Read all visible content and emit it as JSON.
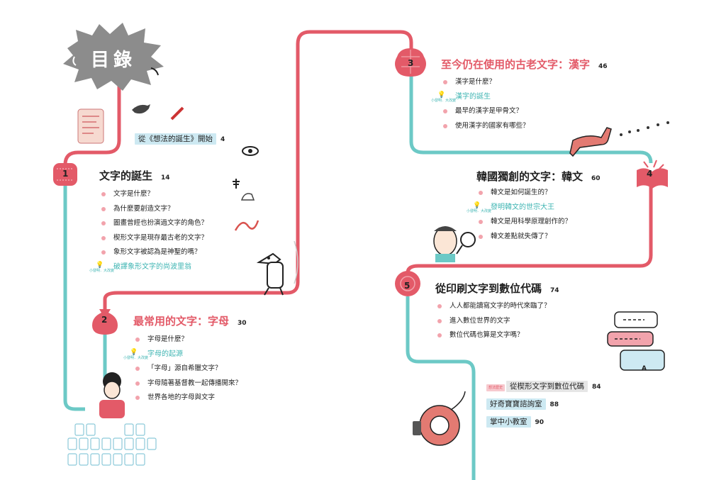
{
  "title": "目錄",
  "colors": {
    "route_red": "#e35a68",
    "route_teal": "#6cc9c6",
    "pink": "#f2a3ac",
    "teal_text": "#3fb5b3",
    "badge_blue": "#cde9f2",
    "badge_gray": "#e6e6e6"
  },
  "intro": {
    "label": "從《想法的誕生》開始",
    "page": "4"
  },
  "chapters": [
    {
      "number": "1",
      "title": "文字的誕生",
      "page": "14",
      "items": [
        "文字是什麼？",
        "為什麼要創造文字？",
        "圖畫曾經也扮演過文字的角色？",
        "楔形文字是現存最古老的文字？",
        "象形文字被認為是神聖的嗎？"
      ],
      "special": {
        "label": "破譯象形文字的尚波里翁",
        "tag": "小發明．大改變"
      }
    },
    {
      "number": "2",
      "title": "最常用的文字：字母",
      "page": "30",
      "items_before": [
        "字母是什麼？"
      ],
      "special": {
        "label": "字母的起源",
        "tag": "小發明．大改變"
      },
      "items_after": [
        "「字母」源自希臘文字？",
        "字母隨著基督教一起傳播開來？",
        "世界各地的字母與文字"
      ]
    },
    {
      "number": "3",
      "title": "至今仍在使用的古老文字：漢字",
      "page": "46",
      "items_before": [
        "漢字是什麼？"
      ],
      "special": {
        "label": "漢字的誕生",
        "tag": "小發明．大改變"
      },
      "items_after": [
        "最早的漢字是甲骨文？",
        "使用漢字的國家有哪些？"
      ]
    },
    {
      "number": "4",
      "title": "韓國獨創的文字：韓文",
      "page": "60",
      "items_before": [
        "韓文是如何誕生的？"
      ],
      "special": {
        "label": "發明韓文的世宗大王",
        "tag": "小發明．大改變"
      },
      "items_after": [
        "韓文是用科學原理創作的？",
        "韓文差點就失傳了？"
      ]
    },
    {
      "number": "5",
      "title": "從印刷文字到數位代碼",
      "page": "74",
      "items": [
        "人人都能讀寫文字的時代來臨了？",
        "進入數位世界的文字",
        "數位代碼也算是文字嗎？"
      ]
    }
  ],
  "extras": [
    {
      "label": "從楔形文字到數位代碼",
      "page": "84",
      "tag": "想法歷史"
    },
    {
      "label": "好奇寶寶諮詢室",
      "page": "88"
    },
    {
      "label": "掌中小教室",
      "page": "90"
    }
  ],
  "illustrations": {
    "ch5_bubble_text": "A"
  }
}
